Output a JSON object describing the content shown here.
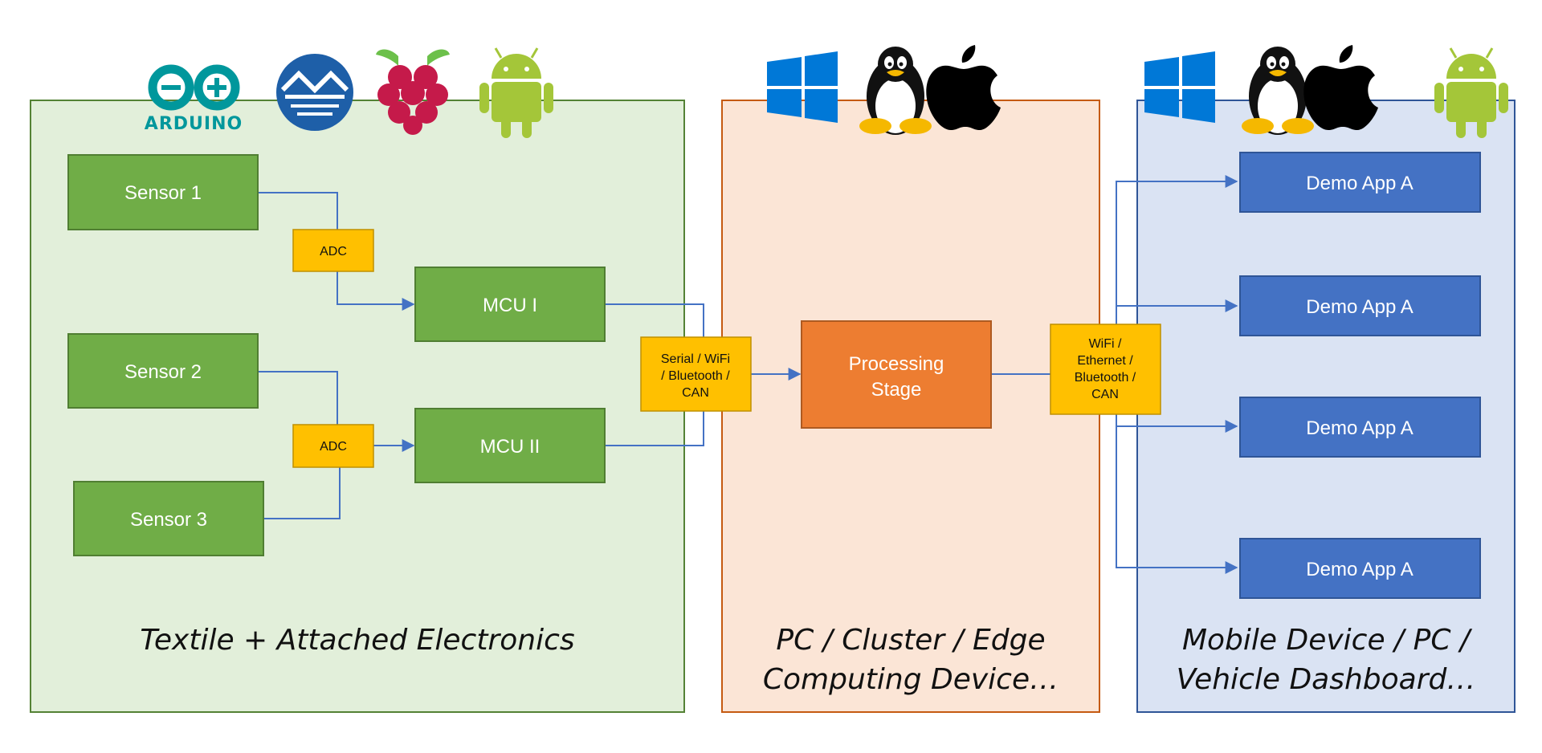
{
  "panels": {
    "textile": {
      "label_line1": "Textile + Attached Electronics"
    },
    "pc": {
      "label_line1": "PC / Cluster / Edge",
      "label_line2": "Computing Device…"
    },
    "mobile": {
      "label_line1": "Mobile Device /  PC /",
      "label_line2": "Vehicle Dashboard…"
    }
  },
  "sensors": [
    {
      "label": "Sensor 1"
    },
    {
      "label": "Sensor 2"
    },
    {
      "label": "Sensor 3"
    }
  ],
  "adcs": [
    {
      "label": "ADC"
    },
    {
      "label": "ADC"
    }
  ],
  "mcus": [
    {
      "label": "MCU I"
    },
    {
      "label": "MCU II"
    }
  ],
  "link_left": {
    "line1": "Serial / WiFi",
    "line2": "/ Bluetooth /",
    "line3": "CAN"
  },
  "processing": {
    "line1": "Processing",
    "line2": "Stage"
  },
  "link_right": {
    "line1": "WiFi /",
    "line2": "Ethernet /",
    "line3": "Bluetooth /",
    "line4": "CAN"
  },
  "apps": [
    {
      "label": "Demo App A"
    },
    {
      "label": "Demo App A"
    },
    {
      "label": "Demo App A"
    },
    {
      "label": "Demo App A"
    }
  ],
  "logos": {
    "arduino_text": "ARDUINO",
    "icons": [
      "arduino-logo",
      "microchip-logo",
      "raspberry-pi-logo",
      "android-logo",
      "windows-logo",
      "linux-tux-logo",
      "apple-logo"
    ]
  },
  "colors": {
    "textile_bg": "#e2efda",
    "textile_border": "#548235",
    "pc_bg": "#fbe5d6",
    "pc_border": "#c55a11",
    "mobile_bg": "#dae3f3",
    "mobile_border": "#2f5597",
    "green_box": "#70ad47",
    "green_box_border": "#507e32",
    "yellow_chip": "#ffc000",
    "orange_box": "#ed7d31",
    "blue_box": "#4472c4",
    "connector": "#4472c4"
  }
}
